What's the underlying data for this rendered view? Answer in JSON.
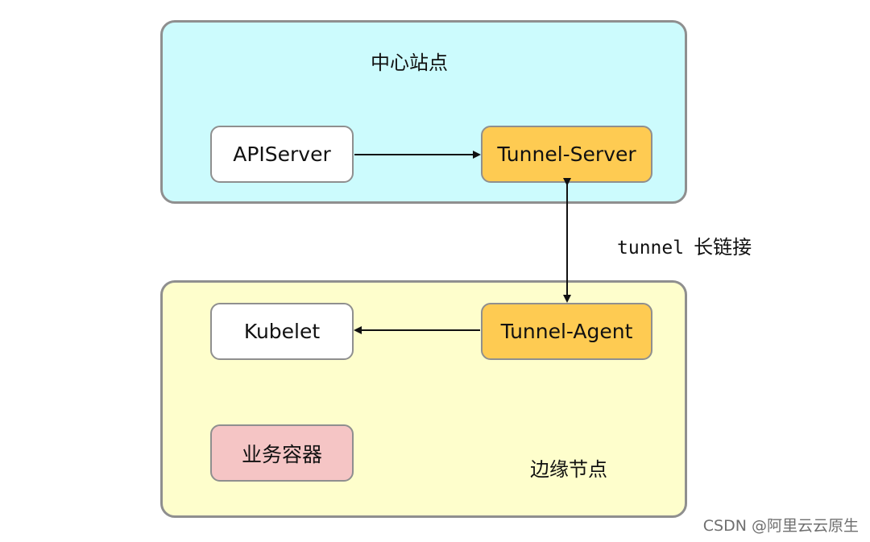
{
  "colors": {
    "center_fill": "#ccfbfd",
    "edge_fill": "#fefecc",
    "white_node": "#ffffff",
    "tunnel_node": "#fecb52",
    "workload_node": "#f5c5c5",
    "border": "#8f8f8f",
    "arrow": "#111111"
  },
  "center_site": {
    "title": "中心站点",
    "apiserver": "APIServer",
    "tunnel_server": "Tunnel-Server"
  },
  "link": {
    "code": "tunnel",
    "text": "长链接"
  },
  "edge_node": {
    "title": "边缘节点",
    "kubelet": "Kubelet",
    "tunnel_agent": "Tunnel-Agent",
    "workload": "业务容器"
  },
  "watermark": "CSDN @阿里云云原生"
}
